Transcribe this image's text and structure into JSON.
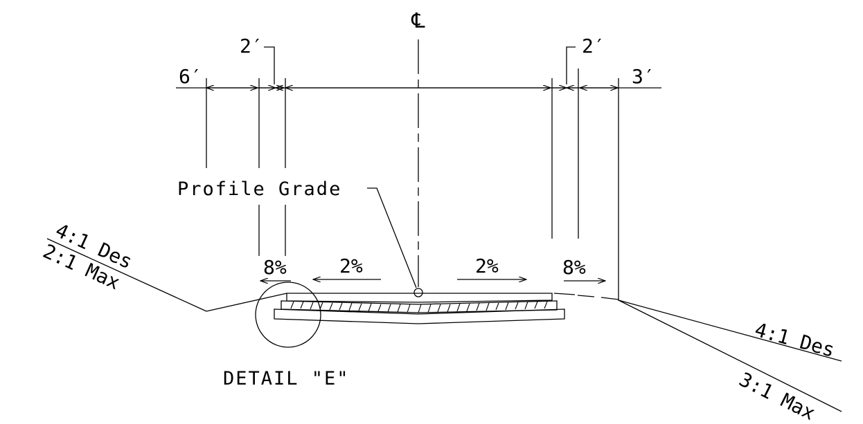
{
  "diagram": {
    "centerline_symbol": "℄",
    "dimensions": {
      "left_offset": "6′",
      "left_gap": "2′",
      "right_gap": "2′",
      "right_offset": "3′"
    },
    "labels": {
      "profile_grade": "Profile Grade",
      "detail": "DETAIL \"E\""
    },
    "slopes": {
      "left_shoulder": "8%",
      "left_lane": "2%",
      "right_lane": "2%",
      "right_shoulder": "8%"
    },
    "side_slopes": {
      "left_desirable": "4:1 Des",
      "left_max": "2:1 Max",
      "right_desirable": "4:1 Des",
      "right_max": "3:1 Max"
    },
    "colors": {
      "ink": "#000000",
      "background": "#ffffff"
    }
  }
}
